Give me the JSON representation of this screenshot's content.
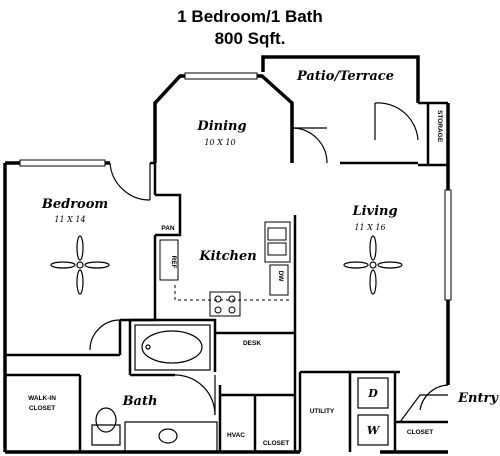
{
  "header": {
    "line1": "1 Bedroom/1 Bath",
    "line2": "800 Sqft."
  },
  "rooms": {
    "patio": "Patio/Terrace",
    "storage": "STORAGE",
    "dining": "Dining",
    "dining_dim": "10 X 10",
    "bedroom": "Bedroom",
    "bedroom_dim": "11 X 14",
    "living": "Living",
    "living_dim": "11 X 16",
    "kitchen": "Kitchen",
    "pan": "PAN",
    "ref": "REF",
    "dw": "DW",
    "desk": "DESK",
    "walk_in_closet_1": "WALK-IN",
    "walk_in_closet_2": "CLOSET",
    "bath": "Bath",
    "hvac": "HVAC",
    "closet_hall": "CLOSET",
    "utility": "UTILITY",
    "dryer": "D",
    "washer": "W",
    "closet_entry": "CLOSET",
    "entry": "Entry"
  },
  "colors": {
    "wall": "#000000",
    "background": "#ffffff"
  }
}
